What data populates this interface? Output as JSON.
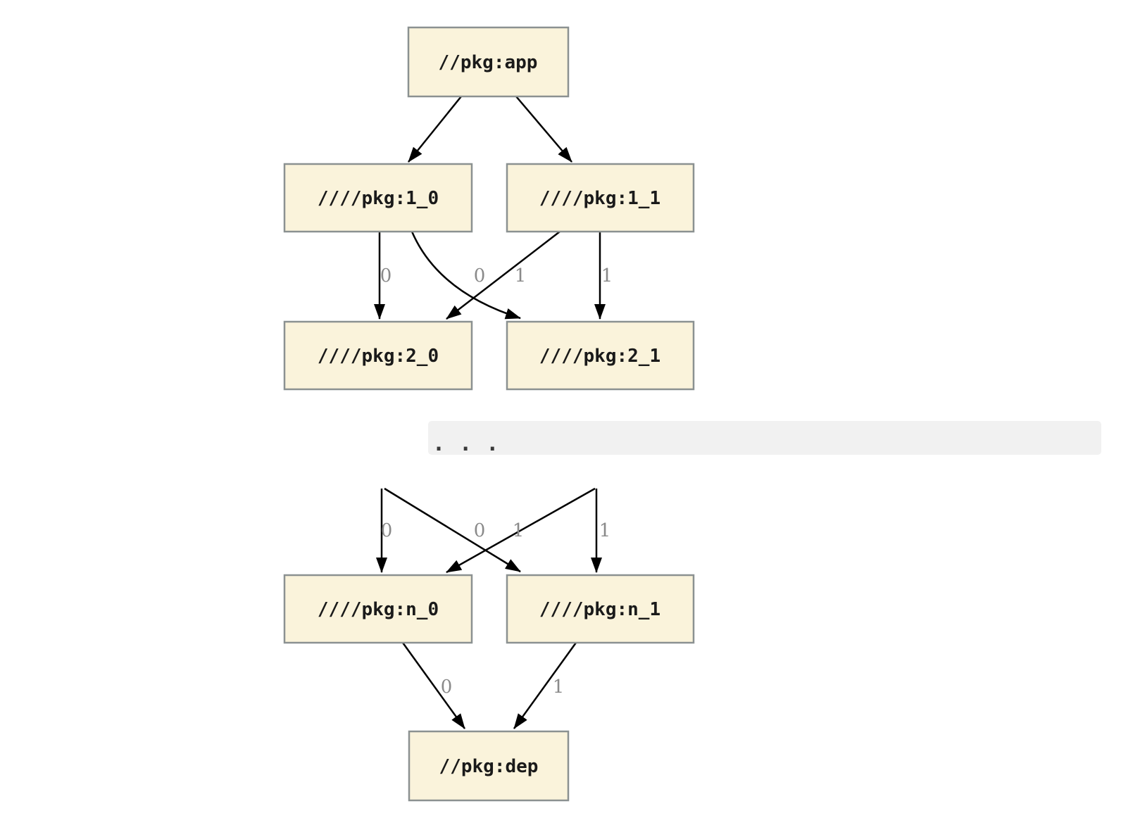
{
  "diagram": {
    "kind": "build-dependency-graph",
    "nodes": {
      "app": {
        "label": "//pkg:app"
      },
      "1_0": {
        "label": "////pkg:1_0"
      },
      "1_1": {
        "label": "////pkg:1_1"
      },
      "2_0": {
        "label": "////pkg:2_0"
      },
      "2_1": {
        "label": "////pkg:2_1"
      },
      "n_0": {
        "label": "////pkg:n_0"
      },
      "n_1": {
        "label": "////pkg:n_1"
      },
      "dep": {
        "label": "//pkg:dep"
      }
    },
    "ellipsis": ". . .",
    "edges": [
      {
        "from": "app",
        "to": "1_0",
        "label": ""
      },
      {
        "from": "app",
        "to": "1_1",
        "label": ""
      },
      {
        "from": "1_0",
        "to": "2_0",
        "label": "0"
      },
      {
        "from": "1_1",
        "to": "2_0",
        "label": "0"
      },
      {
        "from": "1_0",
        "to": "2_1",
        "label": "1"
      },
      {
        "from": "1_1",
        "to": "2_1",
        "label": "1"
      },
      {
        "from": "...",
        "to": "n_0",
        "label": "0"
      },
      {
        "from": "...",
        "to": "n_0",
        "label": "0"
      },
      {
        "from": "...",
        "to": "n_1",
        "label": "1"
      },
      {
        "from": "...",
        "to": "n_1",
        "label": "1"
      },
      {
        "from": "n_0",
        "to": "dep",
        "label": "0"
      },
      {
        "from": "n_1",
        "to": "dep",
        "label": "1"
      }
    ],
    "colors": {
      "node_fill": "#FAF3DB",
      "node_border": "#8B9191",
      "edge": "#000000",
      "edge_label": "#8A8A8A",
      "ellipsis_bg": "#F1F1F1",
      "ellipsis_dots": "#3A3A3A"
    }
  }
}
